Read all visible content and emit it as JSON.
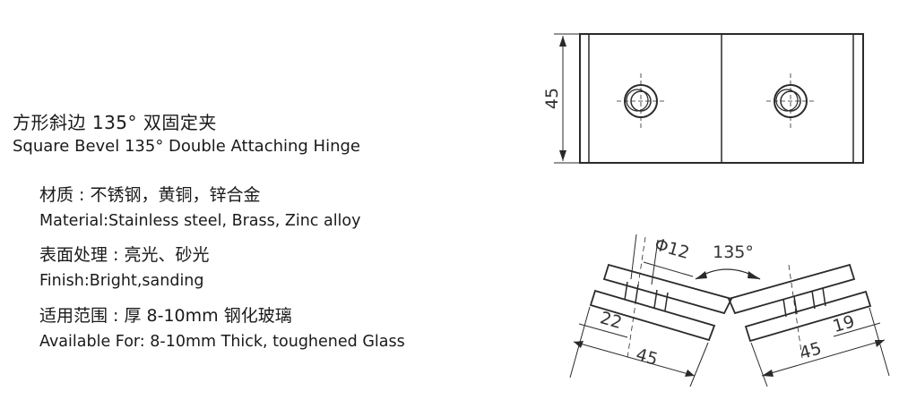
{
  "title": {
    "cn": "方形斜边 135° 双固定夹",
    "en": "Square Bevel 135° Double  Attaching Hinge"
  },
  "specs": [
    {
      "cn": "材质 : 不锈钢，黄铜，锌合金",
      "en": "Material:Stainless steel, Brass, Zinc alloy"
    },
    {
      "cn": "表面处理 : 亮光、砂光",
      "en": "Finish:Bright,sanding"
    },
    {
      "cn": "适用范围 : 厚 8-10mm 钢化玻璃",
      "en": "Available For: 8-10mm Thick, toughened Glass"
    }
  ],
  "drawing": {
    "top_view": {
      "height_dim": "45"
    },
    "side_view": {
      "hole_dim": "Φ12",
      "angle": "135°",
      "left_offset": "22",
      "left_length": "45",
      "right_length": "45",
      "right_offset": "19"
    }
  }
}
